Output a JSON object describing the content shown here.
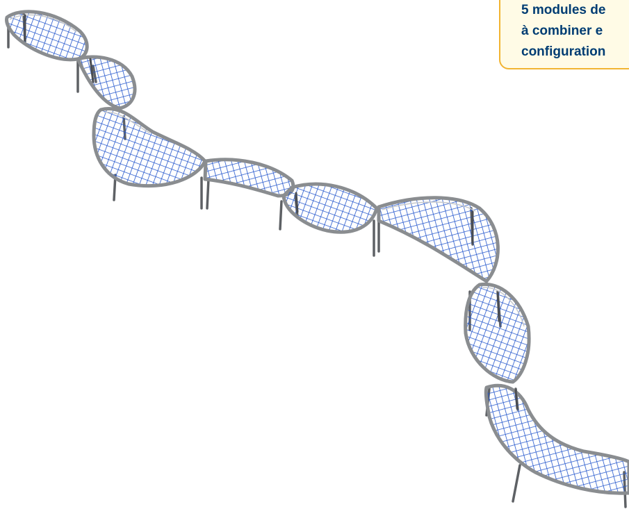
{
  "callout": {
    "line1": "5 modules de",
    "line2": "à combiner e",
    "line3": "configuration"
  },
  "colors": {
    "net": "#2255cc",
    "frame": "#8a8d90",
    "frame_dark": "#5e6165",
    "callout_border": "#f2b431",
    "callout_text": "#003d73"
  }
}
